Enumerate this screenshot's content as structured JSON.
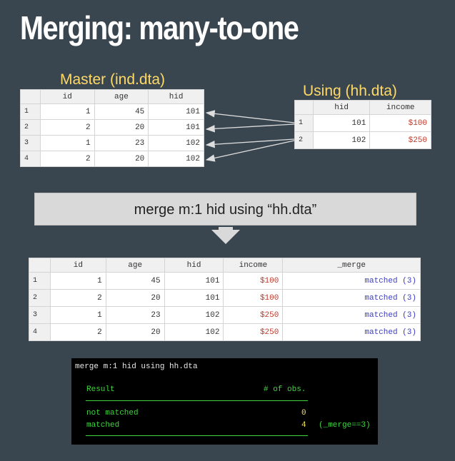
{
  "slide": {
    "title": "Merging: many-to-one",
    "master_label": "Master (ind.dta)",
    "using_label": "Using (hh.dta)",
    "command_box": "merge m:1 hid using “hh.dta”"
  },
  "master": {
    "headers": [
      "id",
      "age",
      "hid"
    ],
    "rows": [
      {
        "n": "1",
        "id": "1",
        "age": "45",
        "hid": "101"
      },
      {
        "n": "2",
        "id": "2",
        "age": "20",
        "hid": "101"
      },
      {
        "n": "3",
        "id": "1",
        "age": "23",
        "hid": "102"
      },
      {
        "n": "4",
        "id": "2",
        "age": "20",
        "hid": "102"
      }
    ]
  },
  "using": {
    "headers": [
      "hid",
      "income"
    ],
    "rows": [
      {
        "n": "1",
        "hid": "101",
        "income": "$100"
      },
      {
        "n": "2",
        "hid": "102",
        "income": "$250"
      }
    ]
  },
  "merged": {
    "headers": [
      "id",
      "age",
      "hid",
      "income",
      "_merge"
    ],
    "rows": [
      {
        "n": "1",
        "id": "1",
        "age": "45",
        "hid": "101",
        "income": "$100",
        "merge": "matched (3)"
      },
      {
        "n": "2",
        "id": "2",
        "age": "20",
        "hid": "101",
        "income": "$100",
        "merge": "matched (3)"
      },
      {
        "n": "3",
        "id": "1",
        "age": "23",
        "hid": "102",
        "income": "$250",
        "merge": "matched (3)"
      },
      {
        "n": "4",
        "id": "2",
        "age": "20",
        "hid": "102",
        "income": "$250",
        "merge": "matched (3)"
      }
    ]
  },
  "console": {
    "command": "merge m:1 hid using hh.dta",
    "result_header": "Result",
    "obs_header": "# of obs.",
    "not_matched_label": "not matched",
    "not_matched_value": "0",
    "matched_label": "matched",
    "matched_value": "4",
    "matched_note": "(_merge==3)"
  },
  "colors": {
    "background": "#3a464f",
    "label": "#ffd966",
    "income": "#c0392b",
    "merge_status": "#3b3bc4",
    "console_green": "#3ed43e",
    "console_yellow": "#f5e15a"
  }
}
